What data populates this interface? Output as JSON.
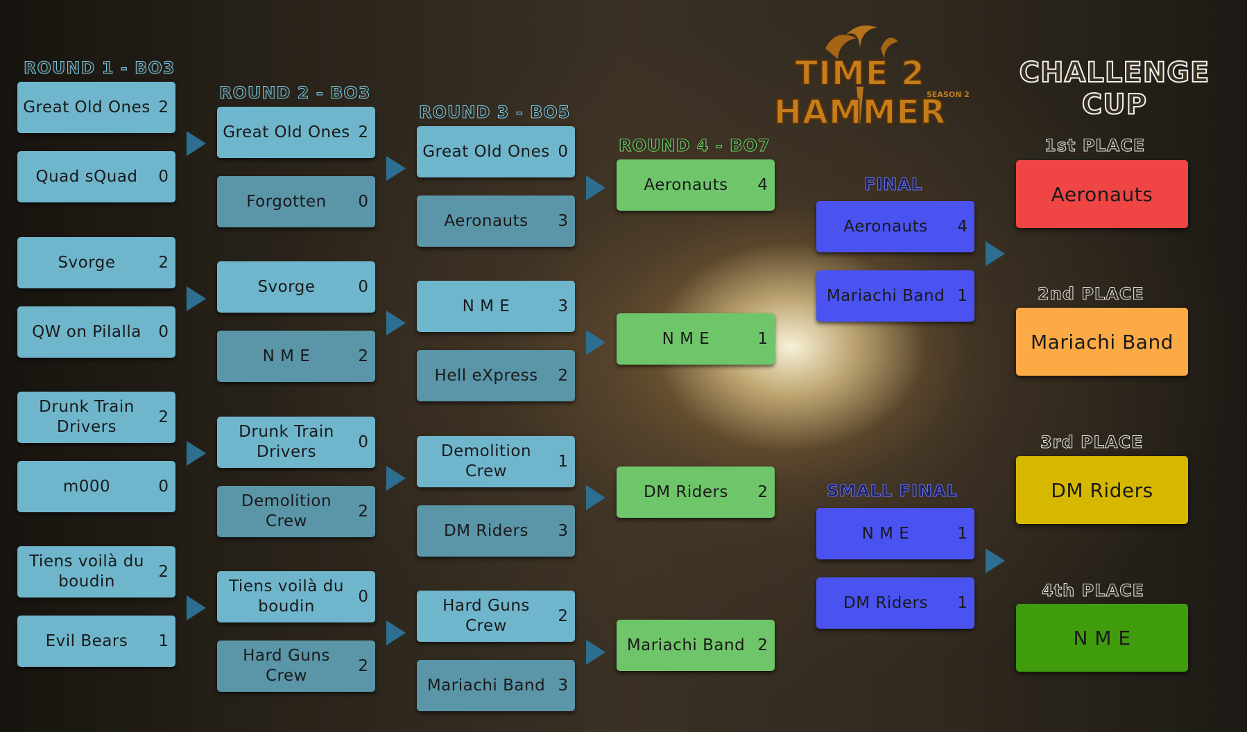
{
  "logo": {
    "title": "TIME 2 HAMMER",
    "season": "SEASON 2",
    "cup": "CHALLENGE CUP"
  },
  "headings": {
    "r1": "ROUND 1 - BO3",
    "r2": "ROUND 2 - BO3",
    "r3": "ROUND 3 - BO5",
    "r4": "ROUND 4 - BO7",
    "final": "FINAL",
    "small_final": "SMALL FINAL",
    "p1": "1st PLACE",
    "p2": "2nd PLACE",
    "p3": "3rd PLACE",
    "p4": "4th PLACE"
  },
  "round1": [
    {
      "name": "Great Old Ones",
      "score": "2"
    },
    {
      "name": "Quad sQuad",
      "score": "0"
    },
    {
      "name": "Svorge",
      "score": "2"
    },
    {
      "name": "QW on Pilalla",
      "score": "0"
    },
    {
      "name": "Drunk Train Drivers",
      "score": "2"
    },
    {
      "name": "m000",
      "score": "0"
    },
    {
      "name": "Tiens voilà du boudin",
      "score": "2"
    },
    {
      "name": "Evil Bears",
      "score": "1"
    }
  ],
  "round2": [
    {
      "name": "Great Old Ones",
      "score": "2"
    },
    {
      "name": "Forgotten",
      "score": "0"
    },
    {
      "name": "Svorge",
      "score": "0"
    },
    {
      "name": "N M E",
      "score": "2"
    },
    {
      "name": "Drunk Train Drivers",
      "score": "0"
    },
    {
      "name": "Demolition Crew",
      "score": "2"
    },
    {
      "name": "Tiens voilà du boudin",
      "score": "0"
    },
    {
      "name": "Hard Guns Crew",
      "score": "2"
    }
  ],
  "round3": [
    {
      "name": "Great Old Ones",
      "score": "0"
    },
    {
      "name": "Aeronauts",
      "score": "3"
    },
    {
      "name": "N M E",
      "score": "3"
    },
    {
      "name": "Hell eXpress",
      "score": "2"
    },
    {
      "name": "Demolition Crew",
      "score": "1"
    },
    {
      "name": "DM Riders",
      "score": "3"
    },
    {
      "name": "Hard Guns Crew",
      "score": "2"
    },
    {
      "name": "Mariachi Band",
      "score": "3"
    }
  ],
  "round4": [
    {
      "name": "Aeronauts",
      "score": "4"
    },
    {
      "name": "N M E",
      "score": "1"
    },
    {
      "name": "DM Riders",
      "score": "2"
    },
    {
      "name": "Mariachi Band",
      "score": "2"
    }
  ],
  "final": [
    {
      "name": "Aeronauts",
      "score": "4"
    },
    {
      "name": "Mariachi Band",
      "score": "1"
    }
  ],
  "small_final": [
    {
      "name": "N M E",
      "score": "1"
    },
    {
      "name": "DM Riders",
      "score": "1"
    }
  ],
  "places": [
    {
      "name": "Aeronauts",
      "color": "#f04545"
    },
    {
      "name": "Mariachi Band",
      "color": "#fbaa45"
    },
    {
      "name": "DM Riders",
      "color": "#d6b800"
    },
    {
      "name": "N M E",
      "color": "#3f9c0c"
    }
  ],
  "colors": {
    "round_light": "#6fb6cc",
    "round_dark": "#5a95a8",
    "round4": "#6fc66a",
    "finals": "#4a53f0",
    "arrow": "#2c6f90"
  }
}
